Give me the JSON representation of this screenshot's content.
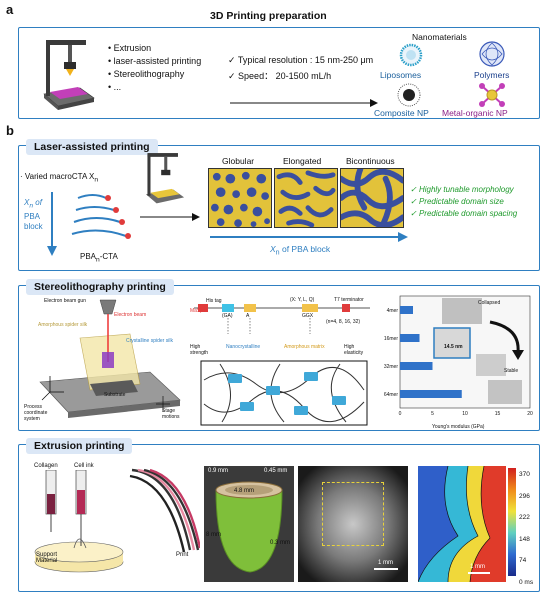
{
  "panel_a": {
    "letter": "a",
    "title": "3D Printing preparation",
    "methods": [
      "Extrusion",
      "laser-assisted printing",
      "Stereolithography",
      "..."
    ],
    "specs": [
      "Typical resolution : 15 nm-250 μm",
      "Speed： 20-1500 mL/h"
    ],
    "nano_title": "Nanomaterials",
    "nano": [
      "Liposomes",
      "Polymers",
      "Composite NP",
      "Metal-organic NP"
    ]
  },
  "panel_b": {
    "letter": "b",
    "laser": {
      "title": "Laser-assisted printing",
      "varied": "Varied macroCTA X",
      "varied_sub": "n",
      "arrow_label_1": "X",
      "arrow_label_sub": "n",
      "arrow_label_2": " of",
      "arrow_label_3": "PBA",
      "arrow_label_4": "block",
      "cta": "PBA",
      "cta_sub": "n",
      "cta_tail": "-CTA",
      "morphologies": [
        "Globular",
        "Elongated",
        "Bicontinuous"
      ],
      "axis_1": "X",
      "axis_sub": "n",
      "axis_2": " of PBA block",
      "benefits": [
        "Highly tunable morphology",
        "Predictable domain size",
        "Predictable domain spacing"
      ]
    },
    "stereo": {
      "title": "Stereolithography printing",
      "labels": {
        "gun": "Electron beam gun",
        "beam": "Electron beam",
        "amorphous": "Amorphous spider silk",
        "crystalline": "Crystalline spider silk",
        "coords": "Process coordinate system",
        "substrate": "Substrate",
        "stage": "Stage motions",
        "masp": "MaSp1",
        "his": "His tag",
        "ga": "(GA)",
        "an": "A",
        "xyl": "(X: Y, L, Q)",
        "ggx": "GGX",
        "t7": "T7 terminator",
        "n_values": "(n=4, 8, 16, 32)",
        "high_strength": "High strength",
        "nanocrystalline": "Nanocrystalline",
        "amorphous_matrix": "Amorphous matrix",
        "high_elasticity": "High elasticity",
        "collapsed": "Collapsed",
        "stable": "Stable",
        "inset": "14.5 nm",
        "young": "Young's modulus (GPa)"
      },
      "bar_chart": {
        "categories": [
          "4mer",
          "16mer",
          "32mer",
          "64mer"
        ],
        "values": [
          2,
          3,
          5,
          9.5
        ],
        "xticks": [
          "0",
          "5",
          "10",
          "15",
          "20"
        ],
        "xlim": [
          0,
          20
        ]
      }
    },
    "extrusion": {
      "title": "Extrusion printing",
      "collagen": "Collagen",
      "cell_ink": "Cell ink",
      "support": "Support Material",
      "print": "Print",
      "dims": [
        "0.9 mm",
        "0.45 mm",
        "4.8 mm",
        "8 mm",
        "0.3 mm"
      ],
      "scale_1": "1 mm",
      "scale_2": "1 mm",
      "colorbar_ticks": [
        "370",
        "296",
        "222",
        "148",
        "74",
        "0 ms"
      ]
    }
  },
  "colors": {
    "frame": "#2f7fc1",
    "title_bg": "#dbe7f6",
    "resin": "#c23fb8",
    "morph_yellow": "#e2c23a",
    "morph_blue": "#3a4f9e",
    "green": "#1f9a2c"
  }
}
